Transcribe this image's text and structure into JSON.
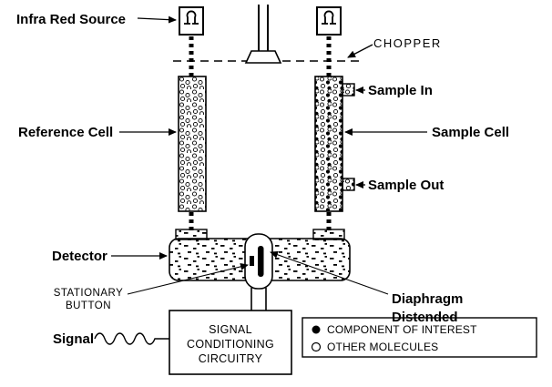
{
  "labels": {
    "infra_red_source": "Infra Red Source",
    "chopper": "CHOPPER",
    "reference_cell": "Reference Cell",
    "sample_in": "Sample In",
    "sample_cell": "Sample Cell",
    "sample_out": "Sample Out",
    "detector": "Detector",
    "stationary_button": {
      "line1": "STATIONARY",
      "line2": "BUTTON"
    },
    "diaphragm": {
      "line1": "Diaphragm",
      "line2": "Distended"
    },
    "signal": "Signal",
    "circuitry": {
      "line1": "SIGNAL",
      "line2": "CONDITIONING",
      "line3": "CIRCUITRY"
    }
  },
  "legend": {
    "items": [
      {
        "symbol": "filled-circle",
        "label": "COMPONENT OF INTEREST"
      },
      {
        "symbol": "open-circle",
        "label": "OTHER MOLECULES"
      }
    ]
  },
  "colors": {
    "line": "#000000",
    "background": "#ffffff"
  }
}
